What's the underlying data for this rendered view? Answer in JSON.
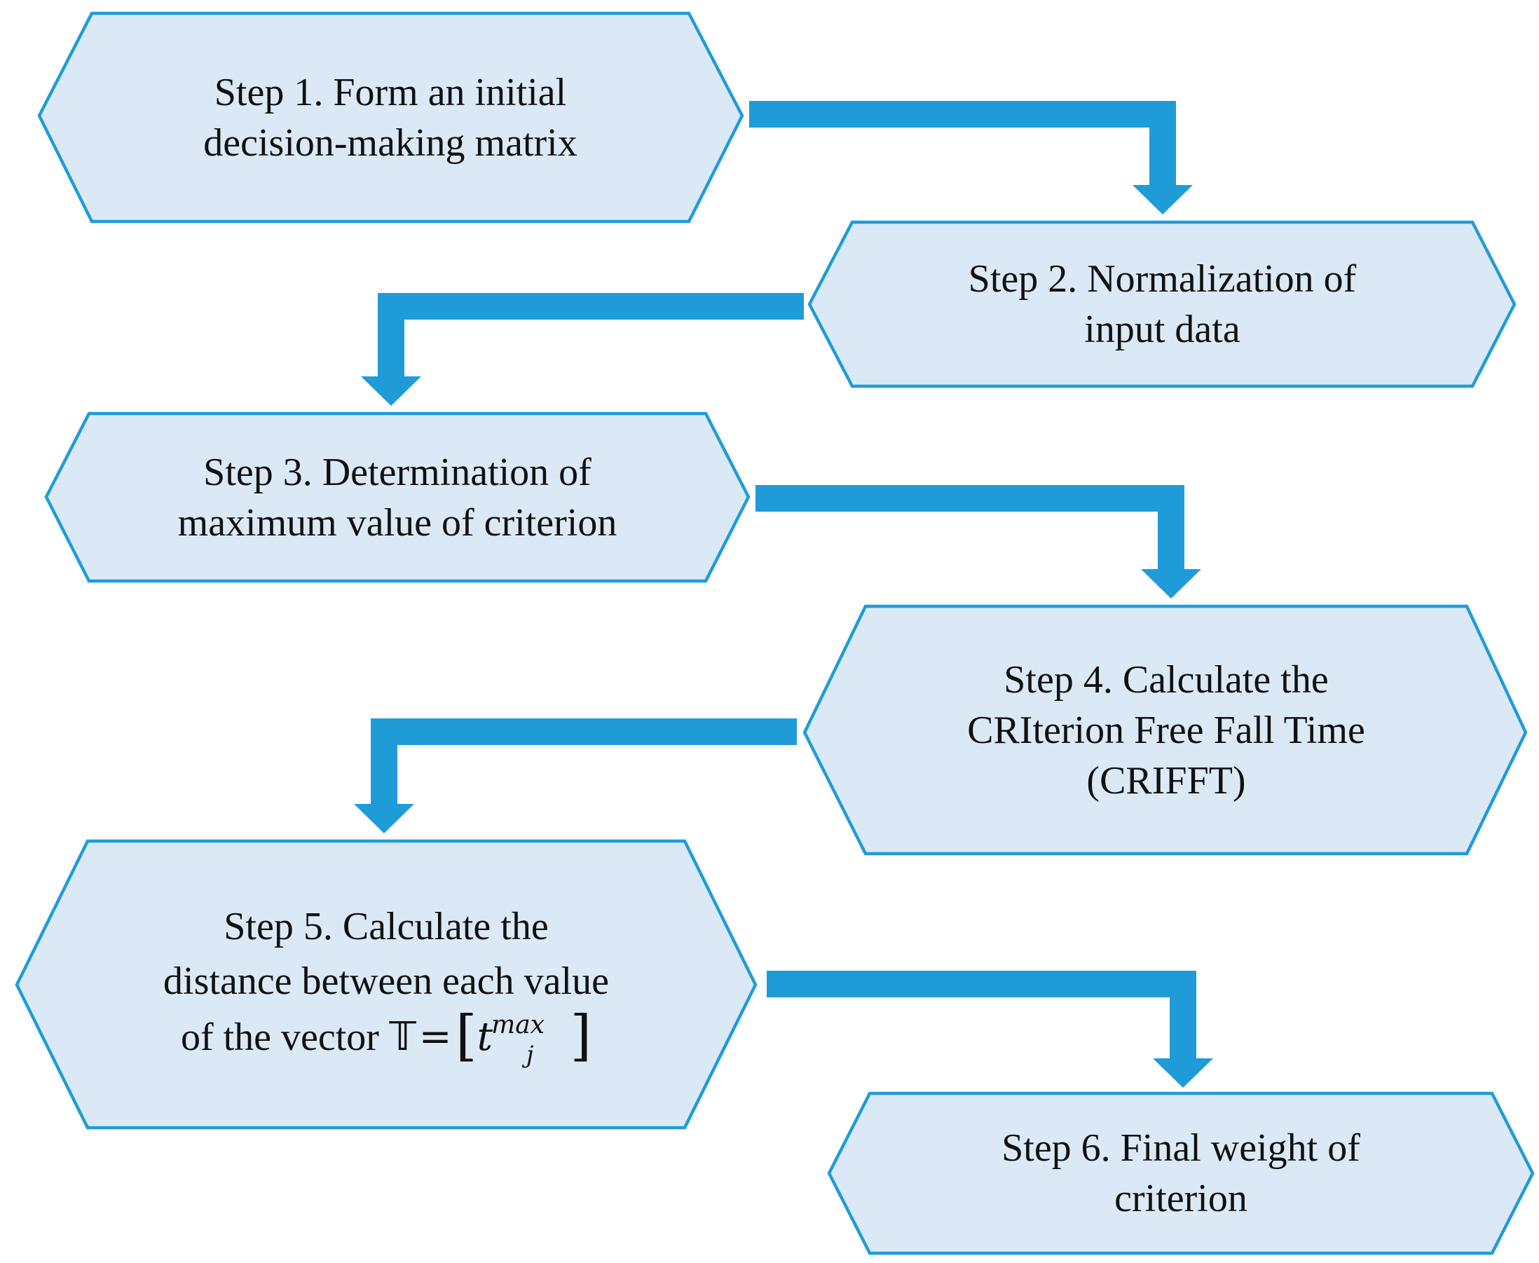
{
  "colors": {
    "box_fill": "#dbe9f6",
    "box_stroke": "#1f9cd8",
    "arrow": "#1f9cd8",
    "text": "#111111"
  },
  "steps": [
    {
      "lines": [
        "Step 1. Form an initial",
        "decision-making matrix"
      ]
    },
    {
      "lines": [
        "Step 2. Normalization of",
        "input data"
      ]
    },
    {
      "lines": [
        "Step 3. Determination of",
        "maximum value of criterion"
      ]
    },
    {
      "lines": [
        "Step 4. Calculate the",
        "CRIterion Free Fall Time",
        "(CRIFFT)"
      ]
    },
    {
      "lines": [
        "Step 5. Calculate the",
        "distance between each value",
        "of the vector "
      ],
      "formula": {
        "symbol": "𝕋",
        "equals": "=",
        "open": "[",
        "base": "t",
        "sup": "max",
        "sub": "j",
        "close": "]"
      }
    },
    {
      "lines": [
        "Step 6. Final weight of",
        "criterion"
      ]
    }
  ]
}
